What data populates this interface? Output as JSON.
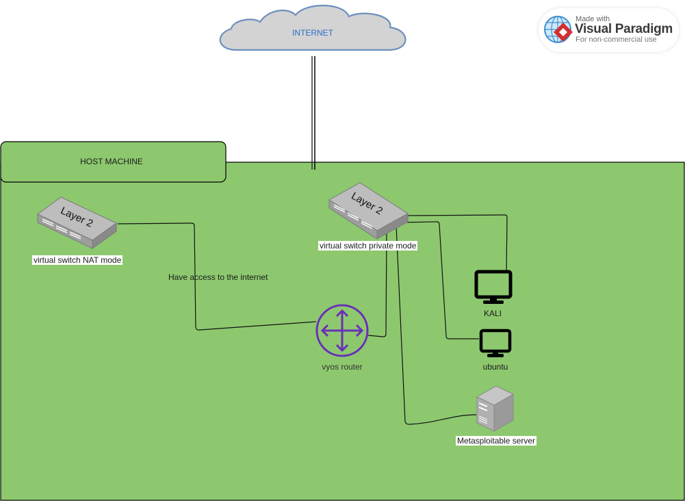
{
  "diagram": {
    "title_cloud": "INTERNET",
    "host_machine": "HOST MACHINE",
    "nodes": {
      "nat_switch": {
        "icon": "layer2-switch-icon",
        "text": "Layer 2",
        "label": "virtual switch NAT mode"
      },
      "private_switch": {
        "icon": "layer2-switch-icon",
        "text": "Layer 2",
        "label": "virtual switch private mode"
      },
      "router": {
        "icon": "router-icon",
        "label": "vyos router"
      },
      "kali": {
        "icon": "monitor-icon",
        "label": "KALI"
      },
      "ubuntu": {
        "icon": "monitor-icon",
        "label": "ubuntu"
      },
      "metasploitable": {
        "icon": "server-icon",
        "label": "Metasploitable server"
      }
    },
    "edge_labels": {
      "nat_to_router": "Have access to the internet"
    },
    "edges": [
      {
        "from": "internet",
        "to": "host_machine"
      },
      {
        "from": "nat_switch",
        "to": "router"
      },
      {
        "from": "router",
        "to": "private_switch"
      },
      {
        "from": "private_switch",
        "to": "kali"
      },
      {
        "from": "private_switch",
        "to": "ubuntu"
      },
      {
        "from": "private_switch",
        "to": "metasploitable"
      }
    ],
    "colors": {
      "host_fill": "#8dc86f",
      "cloud_fill": "#d3d3d3",
      "cloud_stroke": "#6c8ebf",
      "router": "#6a2fb8",
      "internet_text": "#2a6fc9"
    }
  },
  "watermark": {
    "line1": "Made with",
    "line2": "Visual Paradigm",
    "line3": "For non-commercial use"
  }
}
